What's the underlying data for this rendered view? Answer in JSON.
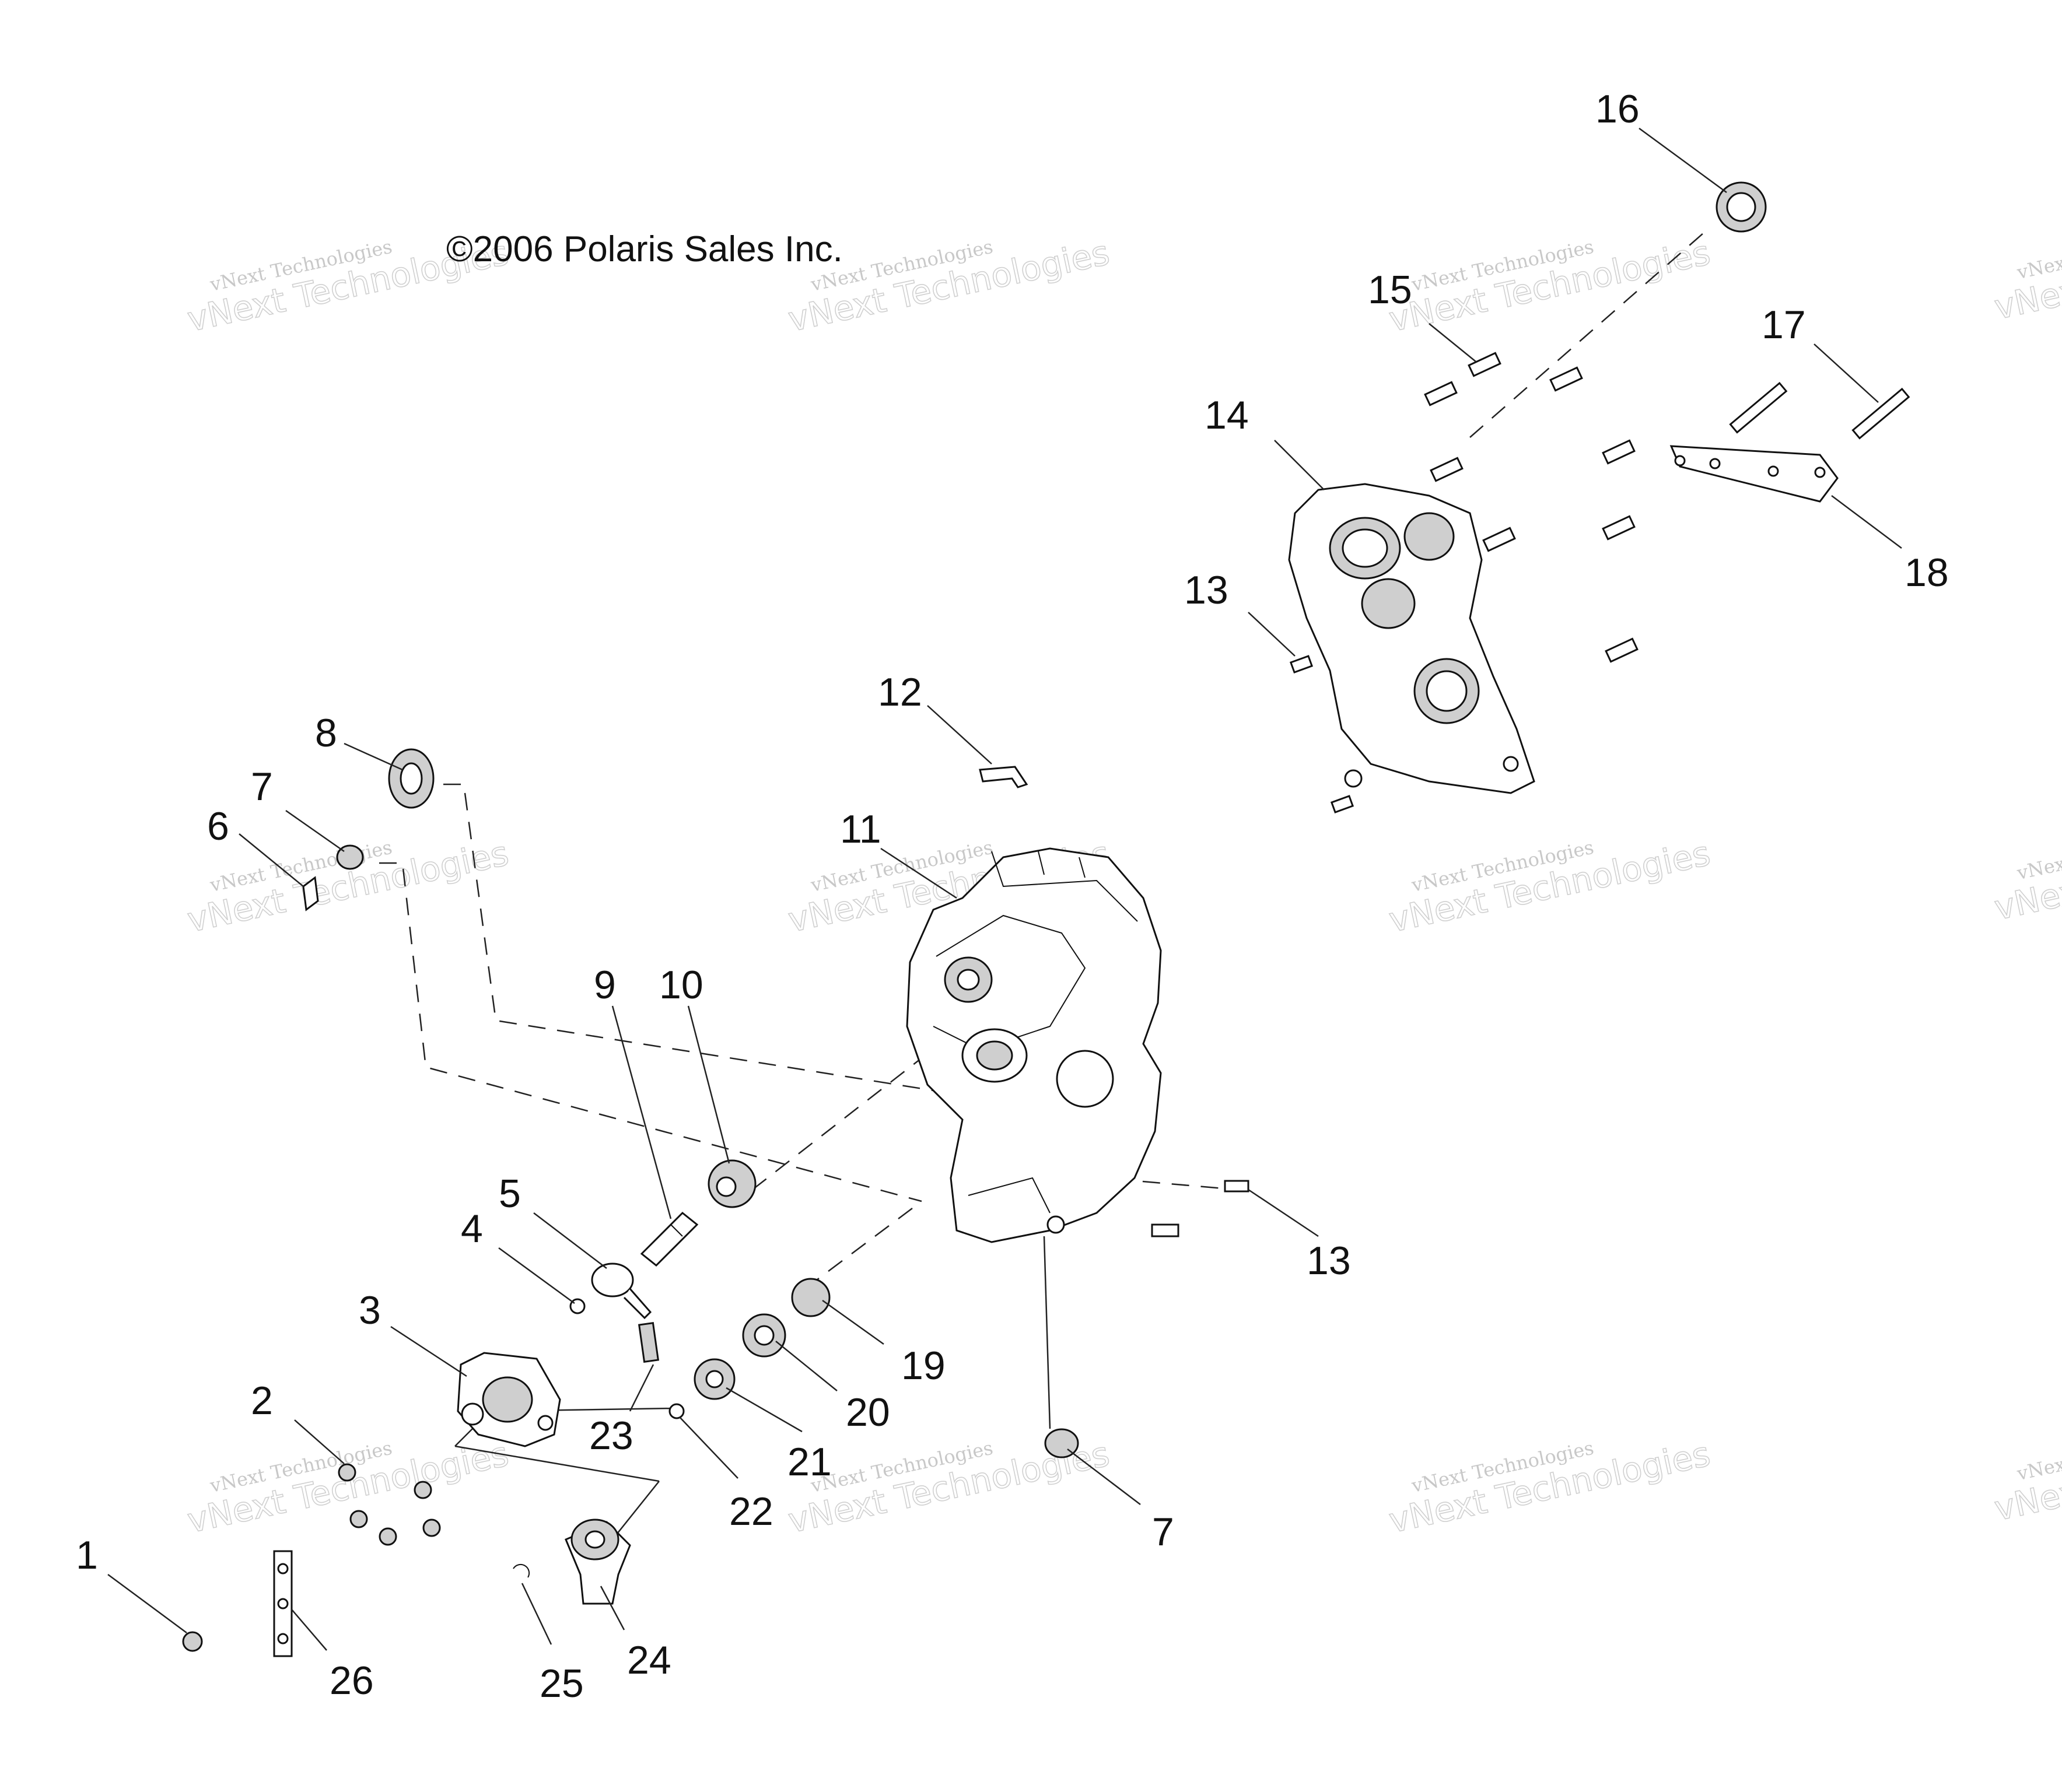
{
  "copyright": "©2006 Polaris Sales Inc.",
  "watermark": {
    "line1": "vNext Technologies",
    "line2": "vNext Technologies"
  },
  "callouts": [
    "1",
    "2",
    "3",
    "4",
    "5",
    "6",
    "7",
    "7",
    "8",
    "9",
    "10",
    "11",
    "12",
    "13",
    "13",
    "14",
    "15",
    "16",
    "17",
    "18",
    "19",
    "20",
    "21",
    "22",
    "23",
    "24",
    "25",
    "26"
  ]
}
